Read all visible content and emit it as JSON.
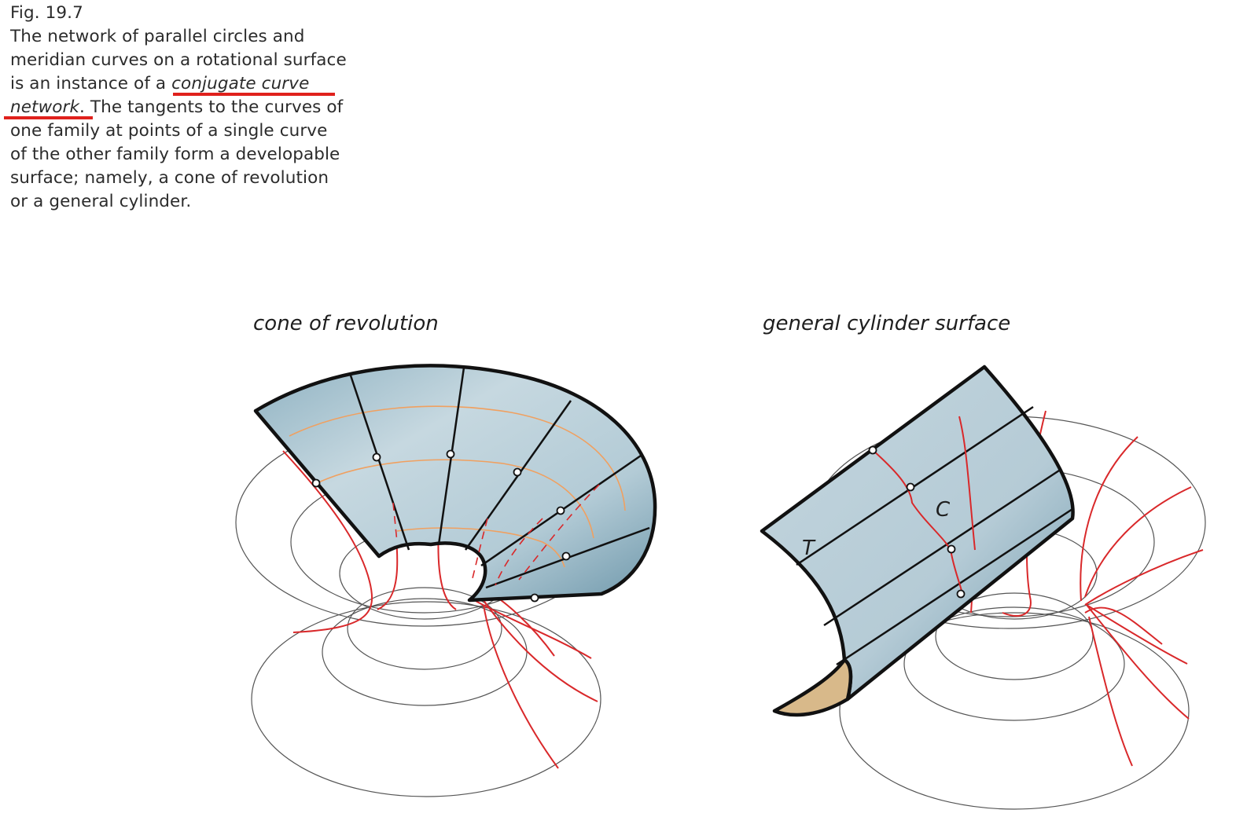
{
  "caption": {
    "fig_number": "Fig. 19.7",
    "line1": "The network of parallel circles and",
    "line2": "meridian curves on a rotational surface",
    "line3_pre": "is an instance of a ",
    "term_a": "conjugate curve",
    "term_b": "network",
    "line4_post": ". The tangents to the curves of",
    "line5": "one family at points of a single curve",
    "line6": "of the other family form a developable",
    "line7": "surface; namely, a cone of revolution",
    "line8": "or a general cylinder."
  },
  "panels": {
    "left_title": "cone of revolution",
    "right_title": "general cylinder surface",
    "label_t": "T",
    "label_c": "C"
  },
  "colors": {
    "surface_fill": "#b9cfd9",
    "surface_dark": "#7ea5b6",
    "red_curve": "#d9282a",
    "orange_circle": "#f0a060",
    "tan_section": "#d8b98a",
    "highlight_underline": "#e0211c",
    "outline": "#111111",
    "thin_circle": "#555555"
  }
}
